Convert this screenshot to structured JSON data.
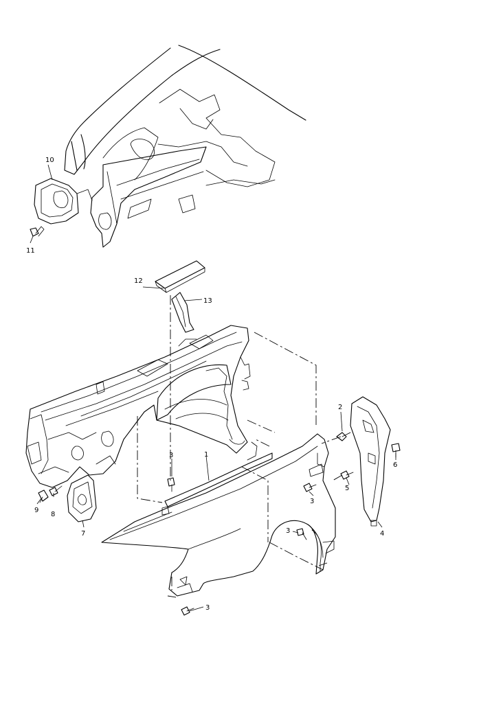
{
  "callouts": [
    {
      "id": "1",
      "text": "1"
    },
    {
      "id": "2",
      "text": "2"
    },
    {
      "id": "3a",
      "text": "3"
    },
    {
      "id": "3b",
      "text": "3"
    },
    {
      "id": "3c",
      "text": "3"
    },
    {
      "id": "3d",
      "text": "3"
    },
    {
      "id": "4",
      "text": "4"
    },
    {
      "id": "5",
      "text": "5"
    },
    {
      "id": "6",
      "text": "6"
    },
    {
      "id": "7",
      "text": "7"
    },
    {
      "id": "8",
      "text": "8"
    },
    {
      "id": "9",
      "text": "9"
    },
    {
      "id": "10",
      "text": "10"
    },
    {
      "id": "11",
      "text": "11"
    },
    {
      "id": "12",
      "text": "12"
    },
    {
      "id": "13",
      "text": "13"
    }
  ],
  "colors": {
    "line": "#000000",
    "background": "#ffffff"
  }
}
